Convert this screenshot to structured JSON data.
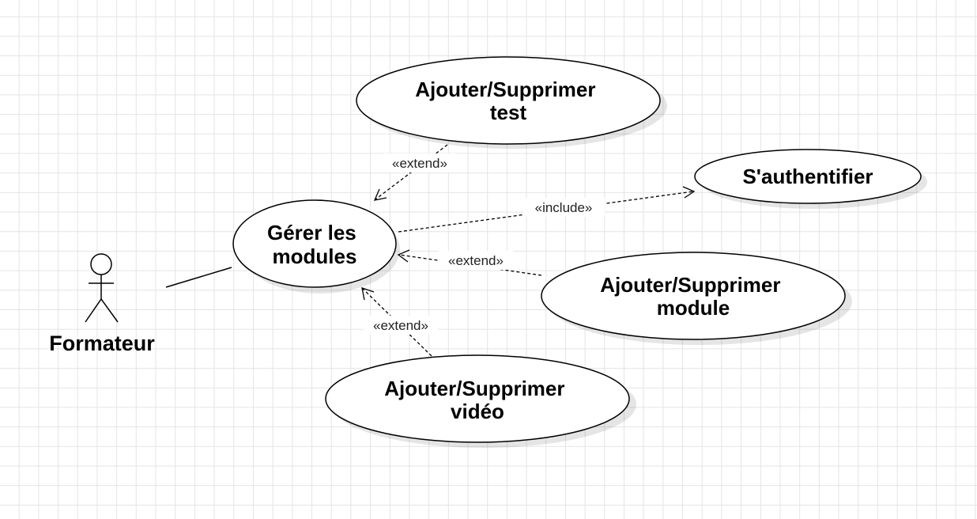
{
  "diagram": {
    "actor": {
      "name": "Formateur"
    },
    "use_cases": {
      "gerer": [
        "Gérer les",
        "modules"
      ],
      "test": [
        "Ajouter/Supprimer",
        "test"
      ],
      "auth": [
        "S'authentifier"
      ],
      "module": [
        "Ajouter/Supprimer",
        "module"
      ],
      "video": [
        "Ajouter/Supprimer",
        "vidéo"
      ]
    },
    "relations": {
      "extend_test": "«extend»",
      "include_auth": "«include»",
      "extend_module": "«extend»",
      "extend_video": "«extend»"
    }
  }
}
